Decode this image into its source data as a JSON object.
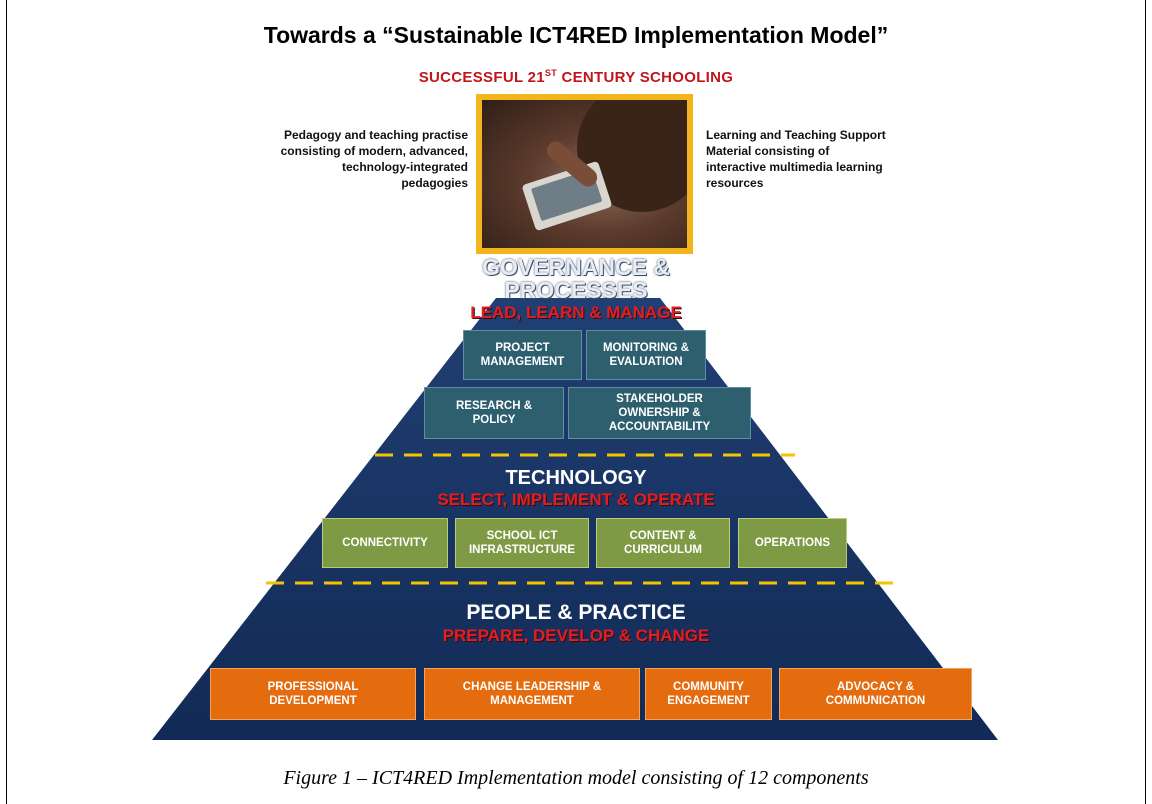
{
  "title": "Towards a “Sustainable ICT4RED Implementation Model”",
  "subtitle_main": "SUCCESSFUL 21",
  "subtitle_sup": "ST",
  "subtitle_tail": " CENTURY SCHOOLING",
  "left_text": [
    "Pedagogy and teaching practise",
    "consisting of modern, advanced,",
    "technology-integrated",
    "pedagogies"
  ],
  "right_text": [
    "Learning and Teaching Support",
    "Material consisting of",
    "interactive multimedia learning",
    "resources"
  ],
  "governance": {
    "title_line1": "GOVERNANCE &",
    "title_line2": "PROCESSES",
    "tagline": "LEAD, LEARN & MANAGE",
    "boxes": [
      [
        "PROJECT",
        "MANAGEMENT"
      ],
      [
        "MONITORING &",
        "EVALUATION"
      ],
      [
        "RESEARCH &",
        "POLICY"
      ],
      [
        "STAKEHOLDER",
        "OWNERSHIP &",
        "ACCOUNTABILITY"
      ]
    ]
  },
  "technology": {
    "title": "TECHNOLOGY",
    "tagline": "SELECT, IMPLEMENT & OPERATE",
    "boxes": [
      [
        "CONNECTIVITY"
      ],
      [
        "SCHOOL ICT",
        "INFRASTRUCTURE"
      ],
      [
        "CONTENT &",
        "CURRICULUM"
      ],
      [
        "OPERATIONS"
      ]
    ]
  },
  "people": {
    "title": "PEOPLE & PRACTICE",
    "tagline": "PREPARE, DEVELOP & CHANGE",
    "boxes": [
      [
        "PROFESSIONAL",
        "DEVELOPMENT"
      ],
      [
        "CHANGE LEADERSHIP &",
        "MANAGEMENT"
      ],
      [
        "COMMUNITY",
        "ENGAGEMENT"
      ],
      [
        "ADVOCACY &",
        "COMMUNICATION"
      ]
    ]
  },
  "colors": {
    "pyramid": "#17315f",
    "governance_box": "#2d5f6e",
    "technology_box": "#7e9a45",
    "people_box": "#e46c0e",
    "tagline_red": "#e01f24",
    "photo_border": "#f2b51c",
    "divider": "#f2c500"
  },
  "caption": "Figure 1 – ICT4RED Implementation model consisting of 12 components"
}
